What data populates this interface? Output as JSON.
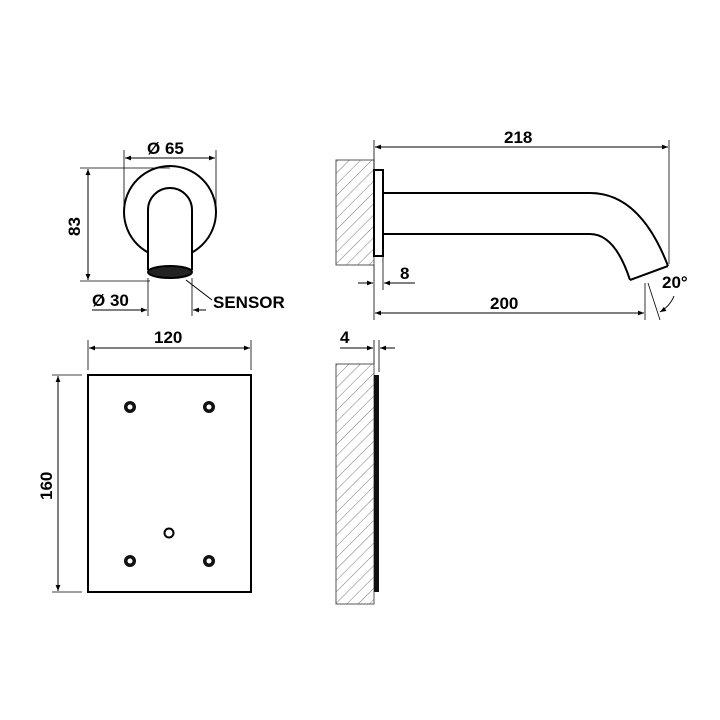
{
  "front_view": {
    "diameter_plate": "Ø 65",
    "height": "83",
    "diameter_spout": "Ø 30",
    "sensor_label": "SENSOR"
  },
  "side_view": {
    "total_length": "218",
    "plate_thickness": "8",
    "projection": "200",
    "angle": "20°"
  },
  "box_front": {
    "width": "120",
    "height": "160"
  },
  "box_side": {
    "thickness": "4"
  }
}
